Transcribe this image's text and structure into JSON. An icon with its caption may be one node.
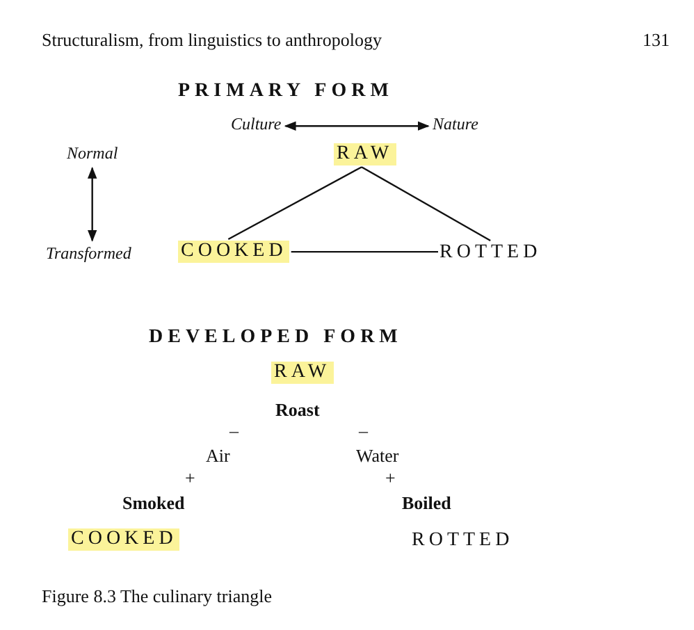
{
  "diagram": {
    "caption": "Figure 8.3 The culinary triangle",
    "nodes": [
      {
        "text": [
          "RAW"
        ]
      },
      {
        "text": [
          "COOKED"
        ]
      },
      {
        "text": [
          "ROTTED"
        ]
      },
      {
        "text": [
          "Culture"
        ]
      },
      {
        "text": [
          "Nature"
        ]
      },
      {
        "text": [
          "Normal"
        ]
      },
      {
        "text": [
          "Transformed"
        ]
      },
      {
        "text": [
          "RAW"
        ]
      },
      {
        "text": [
          "COOKED"
        ]
      }
    ],
    "edges": [
      {
        "from": 0,
        "to": 1,
        "arrow": "none"
      },
      {
        "from": 0,
        "to": 2,
        "arrow": "none"
      },
      {
        "from": 1,
        "to": 2,
        "arrow": "none"
      },
      {
        "from": 3,
        "to": 4,
        "arrow": "both"
      },
      {
        "from": 5,
        "to": 6,
        "arrow": "both"
      }
    ],
    "labels": [
      "Structuralism, from linguistics to anthropology",
      "131",
      "PRIMARY FORM",
      "DEVELOPED FORM",
      "Roast",
      "–",
      "–",
      "Air",
      "Water",
      "+",
      "+",
      "Smoked",
      "Boiled",
      "ROTTED"
    ]
  }
}
